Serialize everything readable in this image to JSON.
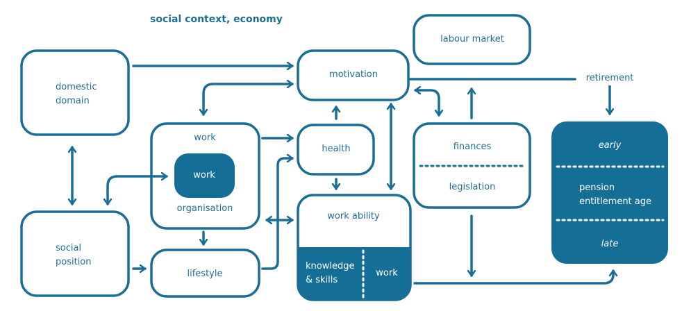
{
  "title": "social context, economy",
  "nodes": {
    "domestic_domain": [
      "domestic",
      "domain"
    ],
    "social_position": [
      "social",
      "position"
    ],
    "work_organisation_top": "work",
    "work_inner": "work",
    "work_organisation_bottom": "organisation",
    "lifestyle": "lifestyle",
    "motivation": "motivation",
    "health": "health",
    "labour_market": "labour market",
    "work_ability": "work ability",
    "knowledge_skills": [
      "knowledge",
      "& skills"
    ],
    "work_ability_work": "work",
    "finances": "finances",
    "legislation": "legislation",
    "retirement": "retirement",
    "early": "early",
    "pension_entitlement_age": [
      "pension",
      "entitlement age"
    ],
    "late": "late"
  },
  "colors": {
    "stroke": "#1a6e96",
    "fill": "#156e96",
    "text": "#1f6f93"
  }
}
